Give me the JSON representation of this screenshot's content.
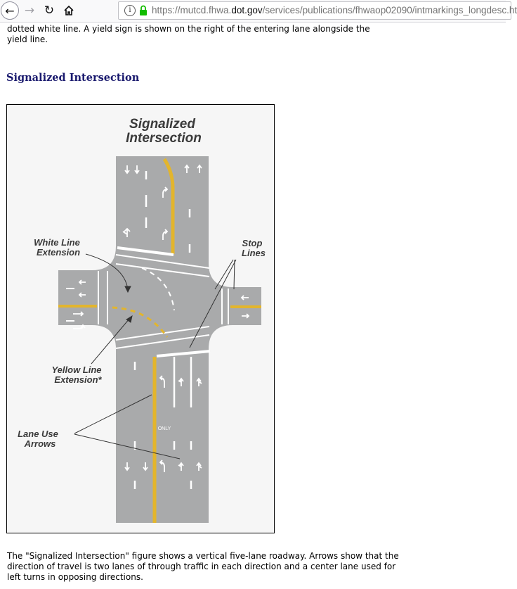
{
  "browser": {
    "back_icon": "back-arrow-icon",
    "forward_icon": "forward-arrow-icon",
    "reload_icon": "reload-icon",
    "home_icon": "home-icon",
    "url_prefix": "https://mutcd.fhwa.",
    "url_domain": "dot.gov",
    "url_path": "/services/publications/fhwaop02090/intmarkings_longdesc.ht"
  },
  "page": {
    "intro_text": "dotted white line. A yield sign is shown on the right of the entering lane alongside the yield line.",
    "section_heading": "Signalized Intersection",
    "description": "The \"Signalized Intersection\" figure shows a vertical five-lane roadway. Arrows show that the direction of travel is two lanes of through traffic in each direction and a center lane used for left turns in opposing directions."
  },
  "figure": {
    "title_line1": "Signalized",
    "title_line2": "Intersection",
    "label_white_line_1": "White Line",
    "label_white_line_2": "Extension",
    "label_stop_1": "Stop",
    "label_stop_2": "Lines",
    "label_yellow_1": "Yellow Line",
    "label_yellow_2": "Extension*",
    "label_lane_use_1": "Lane Use",
    "label_lane_use_2": "Arrows",
    "pavement_text": "ONLY",
    "colors": {
      "pavement": "#a9aaab",
      "yellow": "#e3b52c",
      "white": "#ffffff",
      "background": "#f6f6f6"
    }
  }
}
